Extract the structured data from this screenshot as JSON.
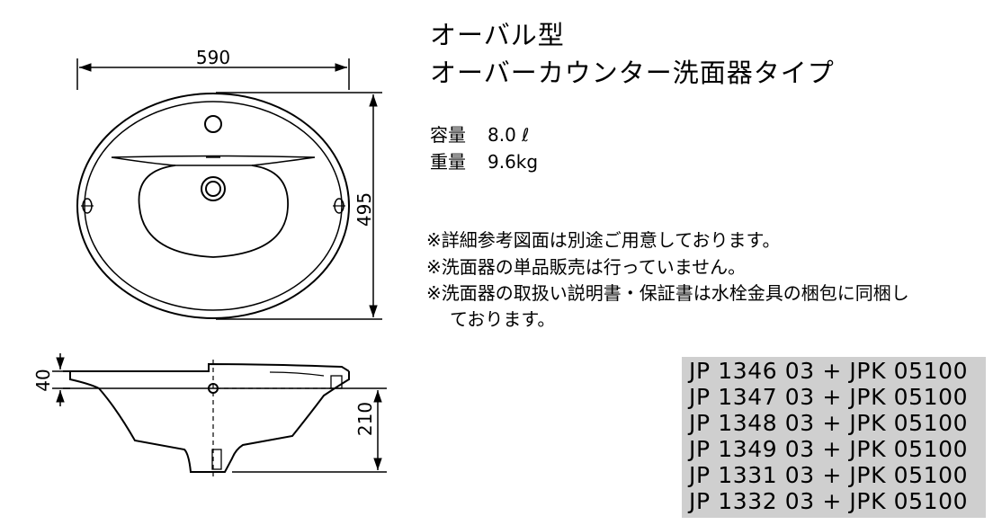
{
  "title": {
    "line1": "オーバル型",
    "line2": "オーバーカウンター洗面器タイプ"
  },
  "specs": [
    {
      "label": "容量",
      "value": "8.0 ℓ"
    },
    {
      "label": "重量",
      "value": "9.6kg"
    }
  ],
  "notes": [
    "※詳細参考図面は別途ご用意しております。",
    "※洗面器の単品販売は行っていません。",
    "※洗面器の取扱い説明書・保証書は水栓金具の梱包に同梱し",
    "ております。"
  ],
  "dimensions": {
    "width": "590",
    "depth": "495",
    "rim_height": "40",
    "bowl_height": "210"
  },
  "product_codes": [
    "JP 1346 03 + JPK 05100",
    "JP 1347 03 + JPK 05100",
    "JP 1348 03 + JPK 05100",
    "JP 1349 03 + JPK 05100",
    "JP 1331 03 + JPK 05100",
    "JP 1332 03 + JPK 05100"
  ],
  "colors": {
    "line": "#000000",
    "code_panel": "#cfcfcf",
    "background": "#ffffff"
  }
}
